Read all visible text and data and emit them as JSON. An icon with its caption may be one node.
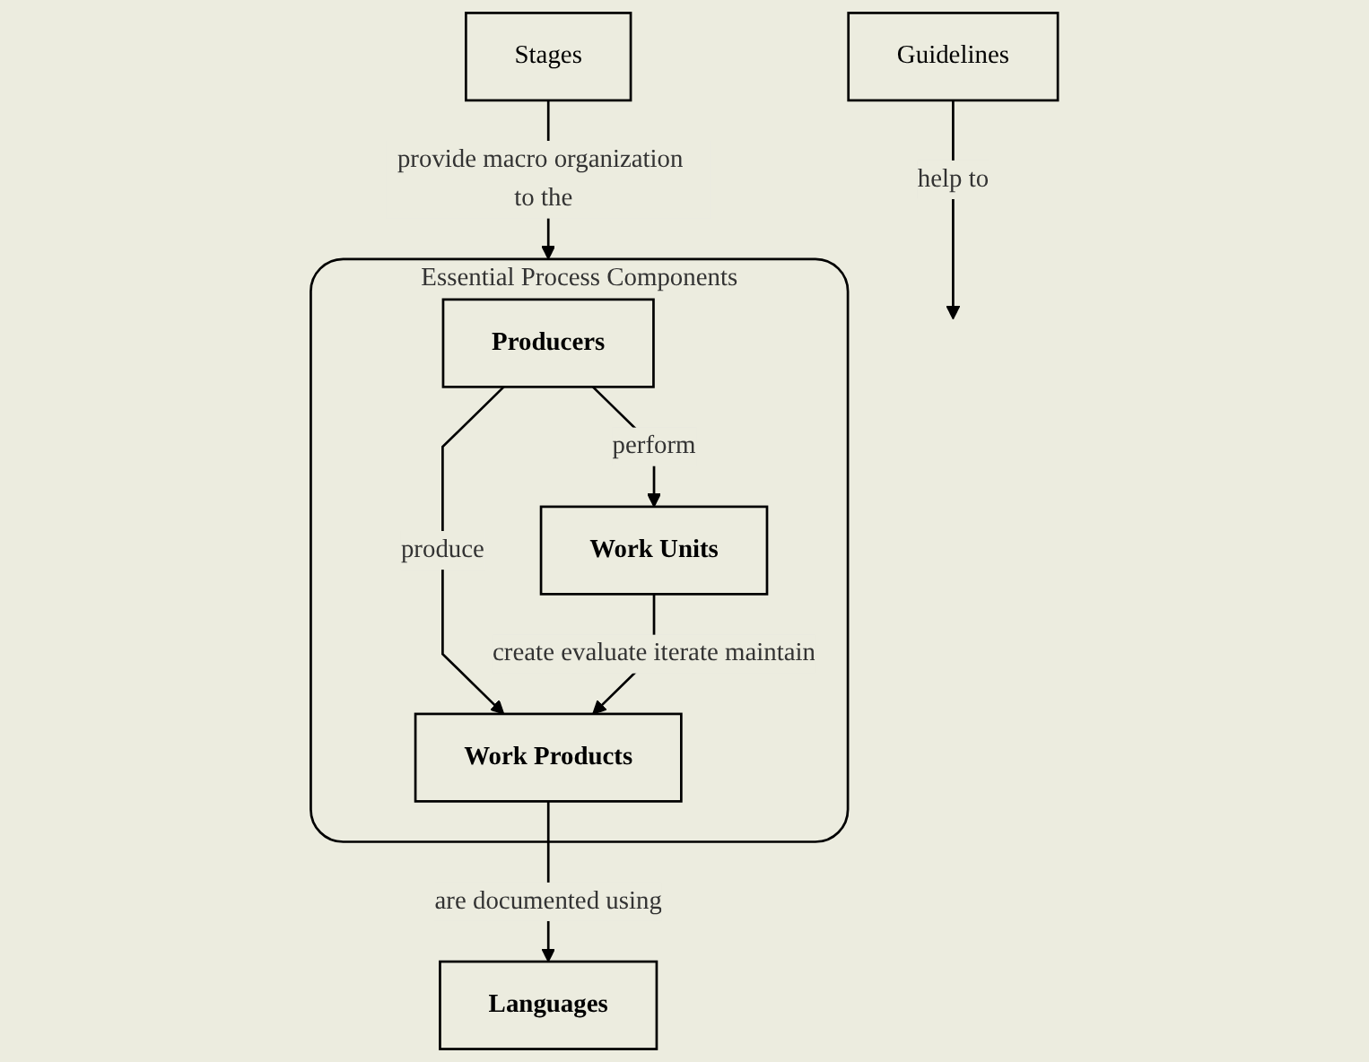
{
  "diagram": {
    "nodes": [
      {
        "text": [
          "Stages"
        ]
      },
      {
        "text": [
          "Essential Process Components"
        ]
      },
      {
        "text": [
          "Producers"
        ],
        "in": 1
      },
      {
        "text": [
          "Work Units"
        ],
        "in": 1
      },
      {
        "text": [
          "Work Products"
        ],
        "in": 1
      },
      {
        "text": [
          "Languages"
        ]
      },
      {
        "text": [
          "Guidelines"
        ]
      }
    ],
    "edges": [
      {
        "from": 0,
        "to": 1,
        "arrow": "to",
        "label": "provide macro organization to the"
      },
      {
        "from": 2,
        "to": 3,
        "arrow": "to",
        "label": "perform"
      },
      {
        "from": 2,
        "to": 4,
        "arrow": "to",
        "label": "produce"
      },
      {
        "from": 3,
        "to": 4,
        "arrow": "to",
        "label": "create evaluate iterate maintain"
      },
      {
        "from": 4,
        "to": 5,
        "arrow": "to",
        "label": "are documented using"
      },
      {
        "from": 6,
        "to": null,
        "arrow": "to",
        "label": "help to"
      }
    ]
  }
}
